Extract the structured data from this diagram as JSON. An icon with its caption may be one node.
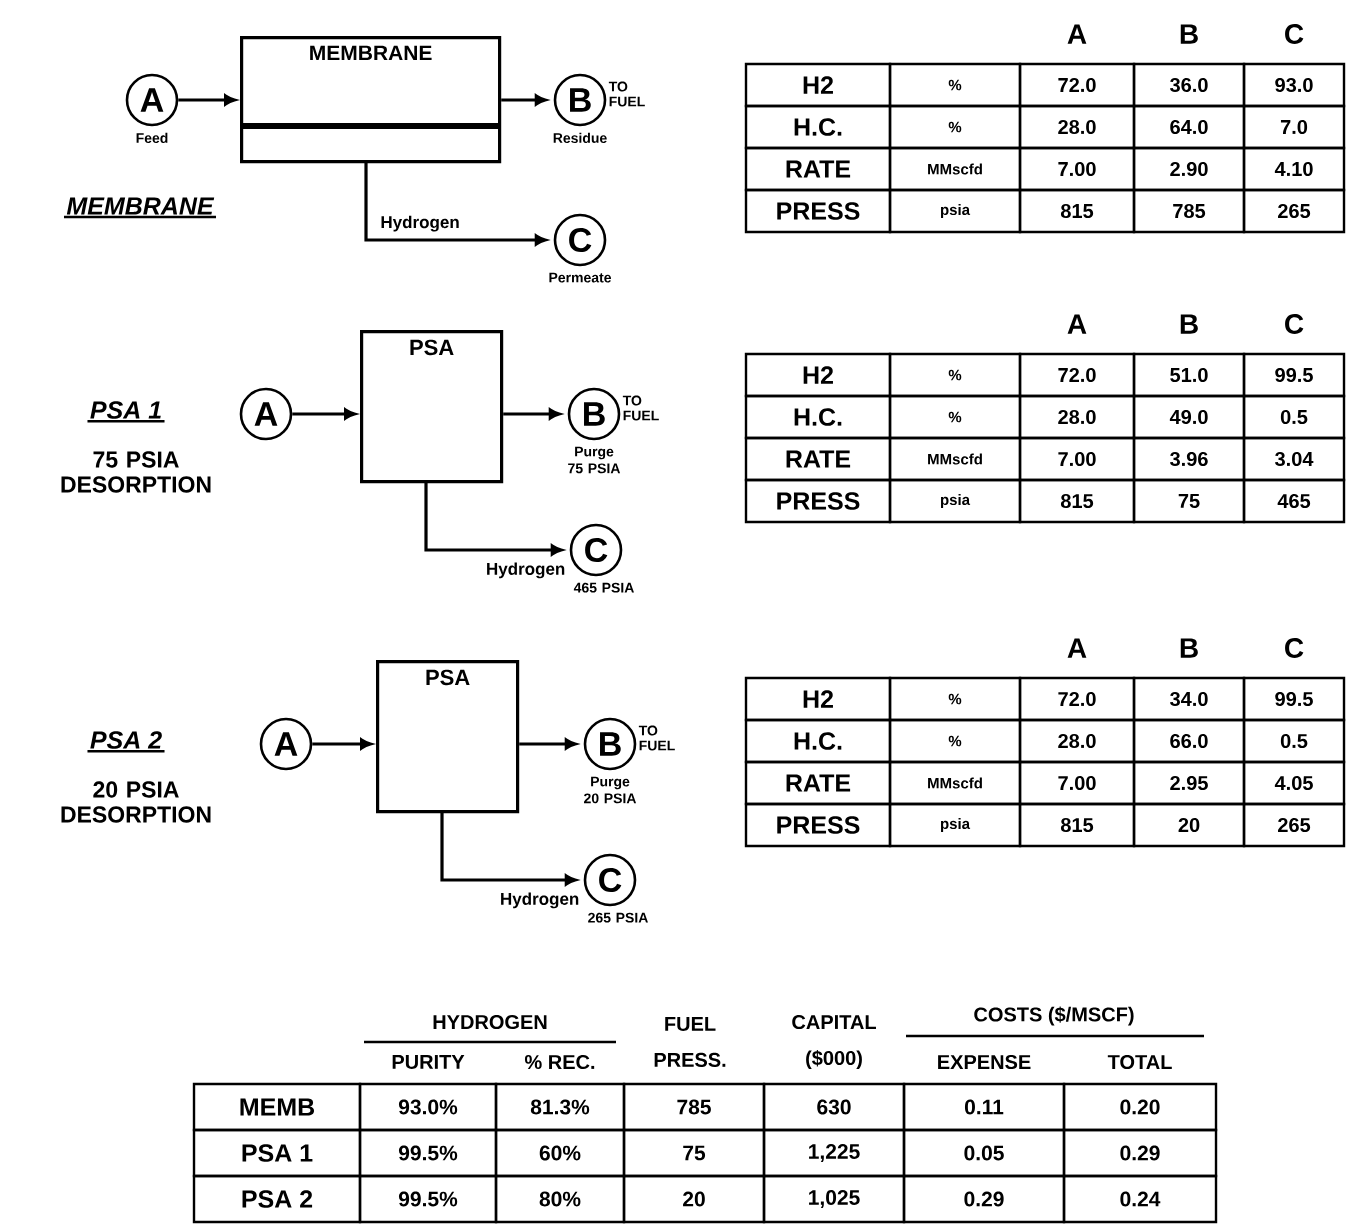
{
  "diagram": {
    "nodes": [
      {
        "text": [
          "A"
        ],
        "beside": [
          "Feed"
        ]
      },
      {
        "text": [
          "MEMBRANE"
        ]
      },
      {
        "text": [
          "B"
        ],
        "beside": [
          "TO FUEL",
          "Residue"
        ]
      },
      {
        "text": [
          "C"
        ],
        "beside": [
          "Permeate"
        ]
      },
      {
        "text": [
          "A"
        ]
      },
      {
        "text": [
          "PSA"
        ]
      },
      {
        "text": [
          "B"
        ],
        "beside": [
          "TO FUEL",
          "Purge 75 PSIA"
        ]
      },
      {
        "text": [
          "C"
        ],
        "beside": [
          "465 PSIA"
        ]
      },
      {
        "text": [
          "A"
        ]
      },
      {
        "text": [
          "PSA"
        ]
      },
      {
        "text": [
          "B"
        ],
        "beside": [
          "TO FUEL",
          "Purge 20 PSIA"
        ]
      },
      {
        "text": [
          "C"
        ],
        "beside": [
          "265 PSIA"
        ]
      }
    ],
    "edges": [
      {
        "from": 0,
        "to": 1,
        "arrow": "to"
      },
      {
        "from": 1,
        "to": 2,
        "arrow": "to"
      },
      {
        "from": 1,
        "to": 3,
        "arrow": "to",
        "label": "Hydrogen"
      },
      {
        "from": 4,
        "to": 5,
        "arrow": "to"
      },
      {
        "from": 5,
        "to": 6,
        "arrow": "to"
      },
      {
        "from": 5,
        "to": 7,
        "arrow": "to",
        "label": "Hydrogen"
      },
      {
        "from": 8,
        "to": 9,
        "arrow": "to"
      },
      {
        "from": 9,
        "to": 10,
        "arrow": "to"
      },
      {
        "from": 9,
        "to": 11,
        "arrow": "to",
        "label": "Hydrogen"
      }
    ],
    "labels": [
      "MEMBRANE",
      "A",
      "B",
      "C",
      "H2",
      "%",
      "72.0",
      "36.0",
      "93.0",
      "H.C.",
      "%",
      "28.0",
      "64.0",
      "7.0",
      "RATE",
      "MMscfd",
      "7.00",
      "2.90",
      "4.10",
      "PRESS",
      "psia",
      "815",
      "785",
      "265",
      "PSA 1",
      "75 PSIA DESORPTION",
      "A",
      "B",
      "C",
      "H2",
      "%",
      "72.0",
      "51.0",
      "99.5",
      "H.C.",
      "%",
      "28.0",
      "49.0",
      "0.5",
      "RATE",
      "MMscfd",
      "7.00",
      "3.96",
      "3.04",
      "PRESS",
      "psia",
      "815",
      "75",
      "465",
      "PSA 2",
      "20 PSIA DESORPTION",
      "A",
      "B",
      "C",
      "H2",
      "%",
      "72.0",
      "34.0",
      "99.5",
      "H.C.",
      "%",
      "28.0",
      "66.0",
      "0.5",
      "RATE",
      "MMscfd",
      "7.00",
      "2.95",
      "4.05",
      "PRESS",
      "psia",
      "815",
      "20",
      "265",
      "HYDROGEN",
      "FUEL PRESS.",
      "CAPITAL ($000)",
      "COSTS ($/MSCF)",
      "PURITY",
      "% REC.",
      "EXPENSE",
      "TOTAL",
      "MEMB",
      "93.0%",
      "81.3%",
      "785",
      "630",
      "0.11",
      "0.20",
      "PSA 1",
      "99.5%",
      "60%",
      "75",
      "1,225",
      "0.05",
      "0.29",
      "PSA 2",
      "99.5%",
      "80%",
      "20",
      "1,025",
      "0.29",
      "0.24"
    ]
  }
}
